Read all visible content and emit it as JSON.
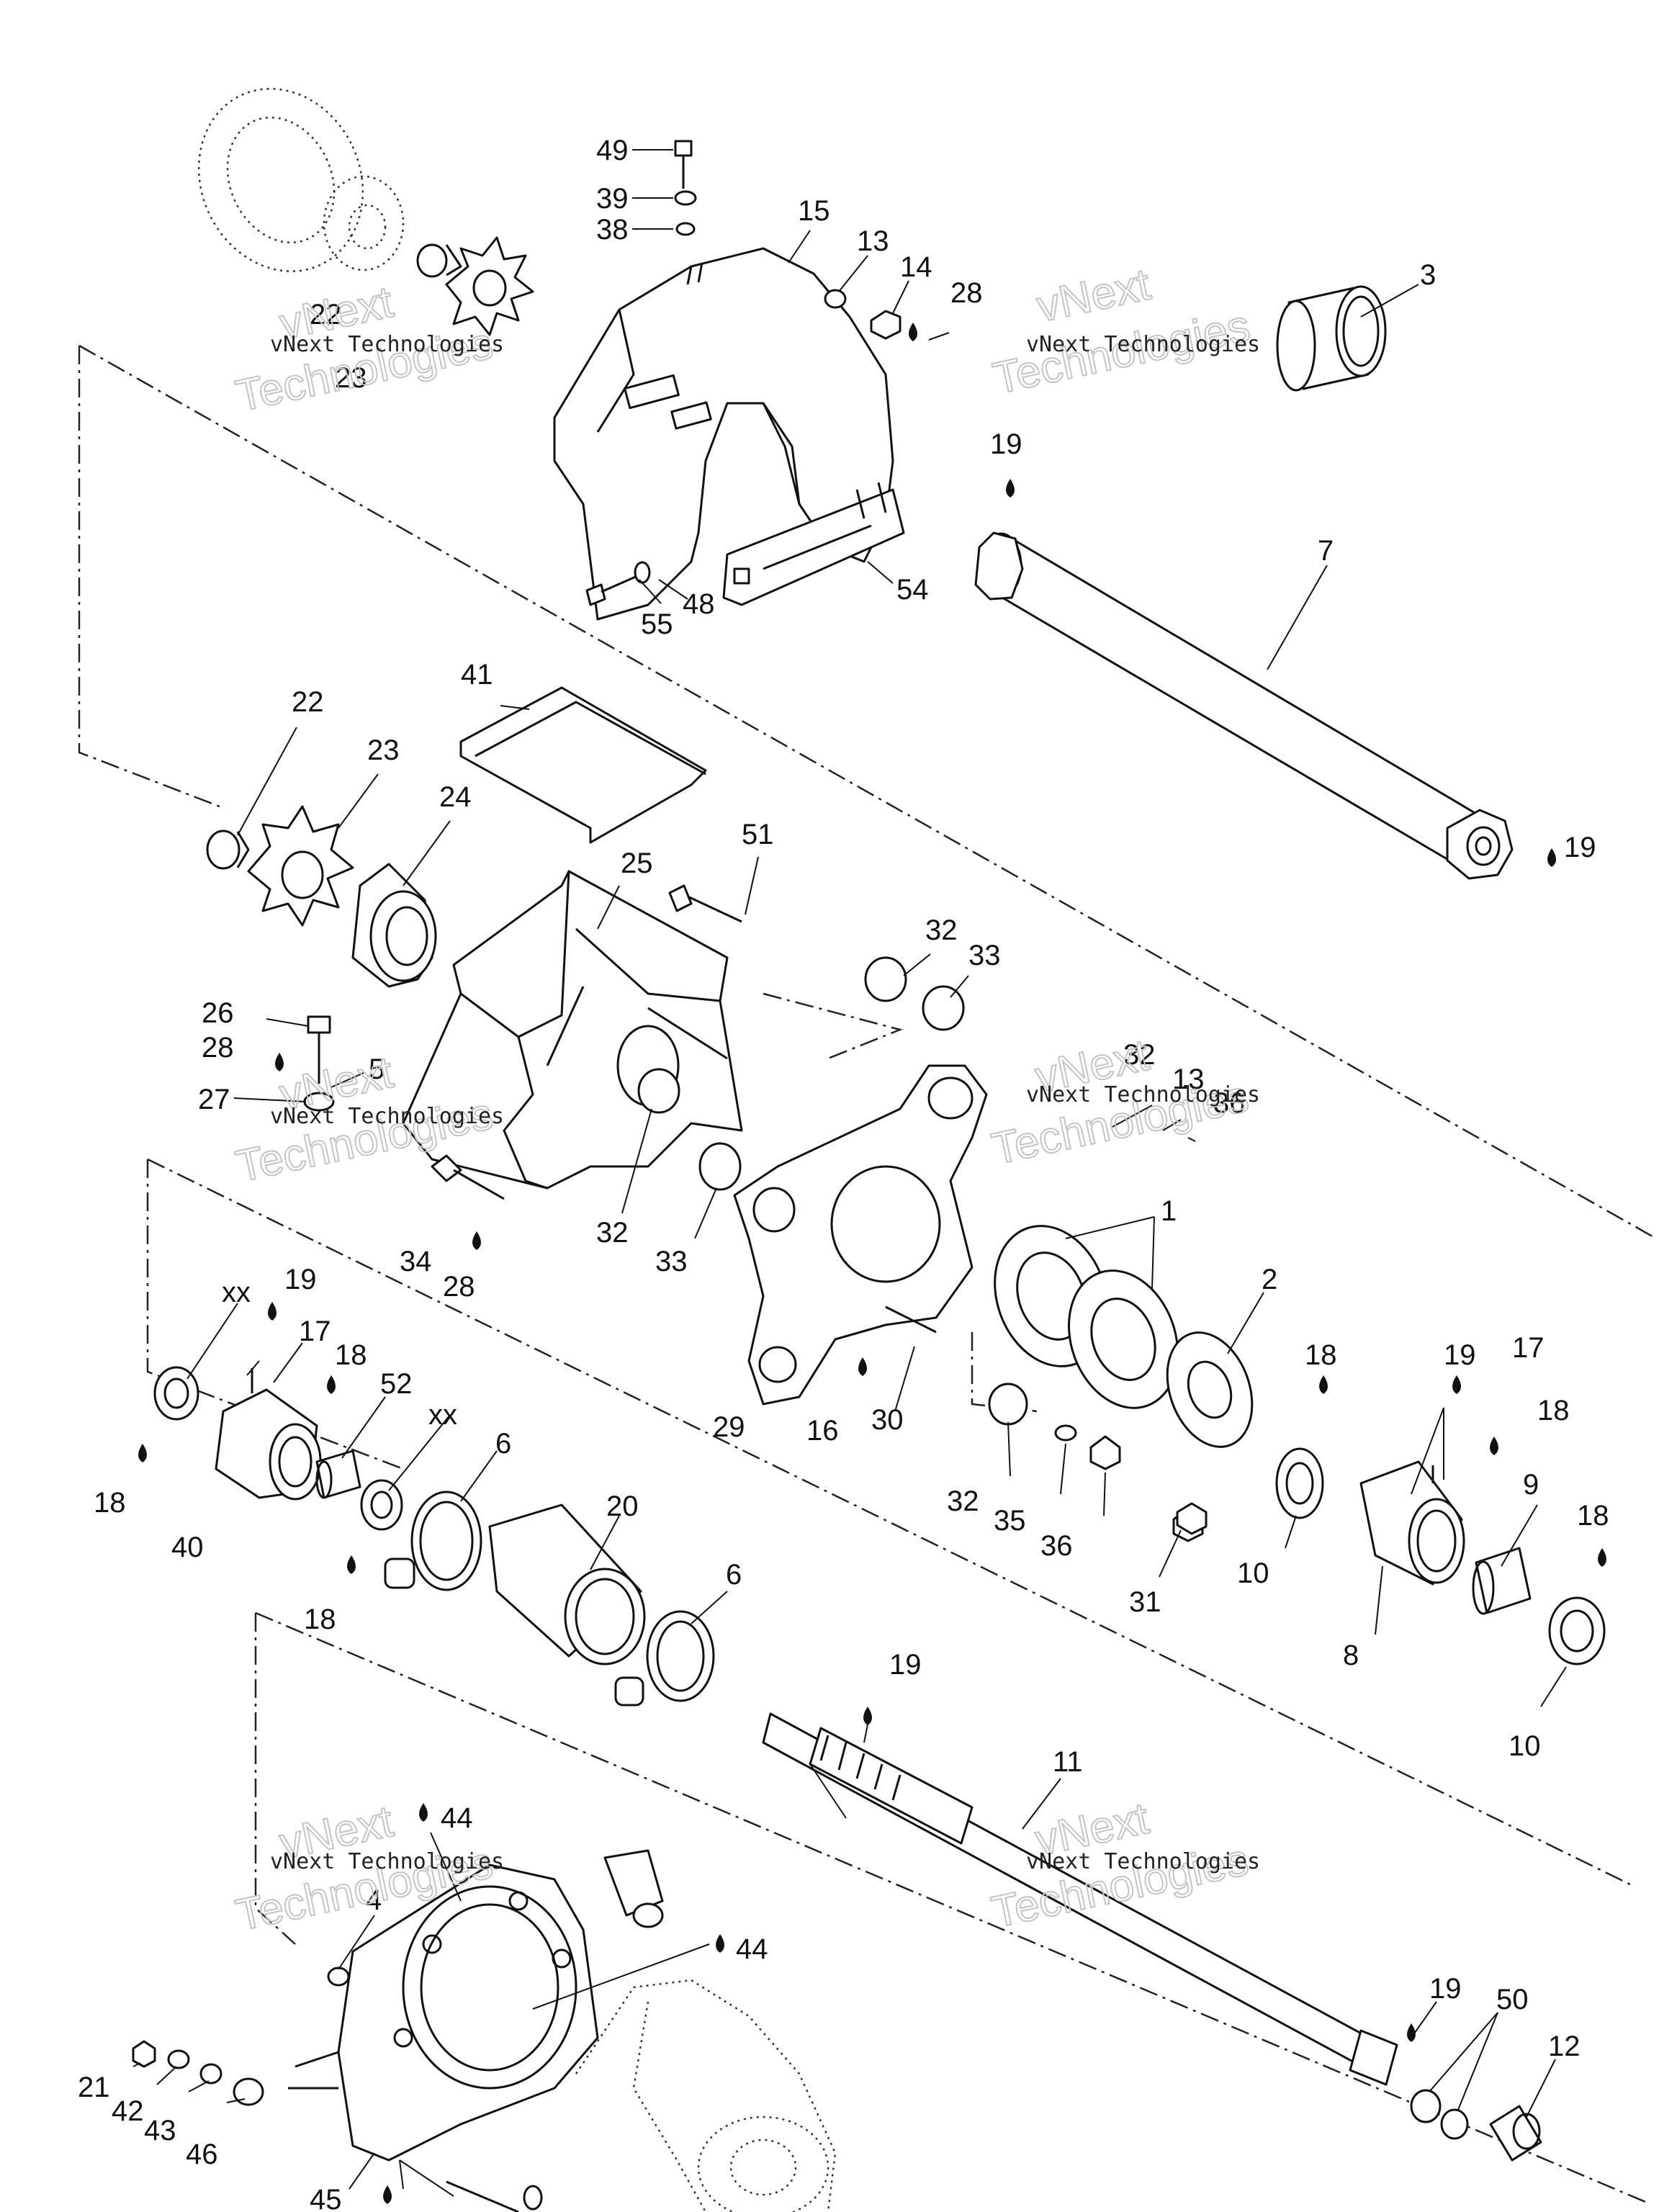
{
  "watermark": {
    "line1": "vNext Technologies",
    "line2a": "vNext",
    "line2b": "Technologies"
  },
  "labels": {
    "p1": "1",
    "p2": "2",
    "p3": "3",
    "p4": "4",
    "p5": "5",
    "p6a": "6",
    "p6b": "6",
    "p7": "7",
    "p8": "8",
    "p9": "9",
    "p10a": "10",
    "p10b": "10",
    "p11": "11",
    "p12": "12",
    "p13a": "13",
    "p13b": "13",
    "p14": "14",
    "p15": "15",
    "p16": "16",
    "p17a": "17",
    "p17b": "17",
    "p18a": "18",
    "p18b": "18",
    "p18c": "18",
    "p18d": "18",
    "p18e": "18",
    "p18f": "18",
    "p19a": "19",
    "p19b": "19",
    "p19c": "19",
    "p19d": "19",
    "p19e": "19",
    "p19f": "19",
    "p20": "20",
    "p21": "21",
    "p22a": "22",
    "p22b": "22",
    "p23a": "23",
    "p23b": "23",
    "p24": "24",
    "p25": "25",
    "p26": "26",
    "p27": "27",
    "p28a": "28",
    "p28b": "28",
    "p28c": "28",
    "p29": "29",
    "p30": "30",
    "p31": "31",
    "p32a": "32",
    "p32b": "32",
    "p32c": "32",
    "p32d": "32",
    "p33a": "33",
    "p33b": "33",
    "p34": "34",
    "p35": "35",
    "p36a": "36",
    "p36b": "36",
    "p38": "38",
    "p39": "39",
    "p40": "40",
    "p41": "41",
    "p42": "42",
    "p43": "43",
    "p44a": "44",
    "p44b": "44",
    "p45": "45",
    "p46": "46",
    "p48": "48",
    "p49": "49",
    "p50": "50",
    "p51": "51",
    "p52": "52",
    "p54": "54",
    "p55": "55",
    "xx1": "xx",
    "xx2": "xx"
  }
}
